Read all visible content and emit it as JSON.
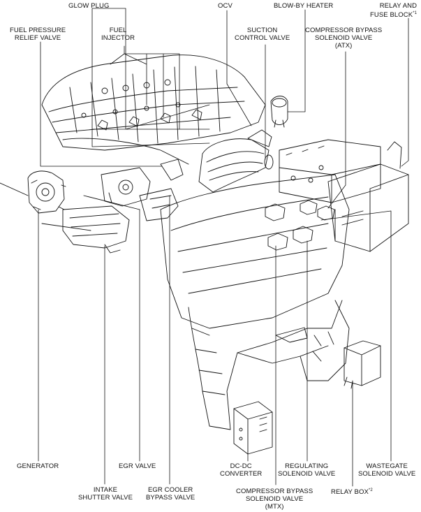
{
  "labels": {
    "glow_plug": "GLOW PLUG",
    "ocv": "OCV",
    "blow_by_heater": "BLOW-BY HEATER",
    "relay_fuse_block": {
      "line1": "RELAY AND",
      "line2": "FUSE BLOCK",
      "mark": "*1"
    },
    "fuel_pressure_relief": {
      "line1": "FUEL PRESSURE",
      "line2": "RELIEF VALVE"
    },
    "fuel_injector": {
      "line1": "FUEL",
      "line2": "INJECTOR"
    },
    "suction_control": {
      "line1": "SUCTION",
      "line2": "CONTROL VALVE"
    },
    "compressor_bypass_atx": {
      "line1": "COMPRESSOR BYPASS",
      "line2": "SOLENOID VALVE",
      "line3": "(ATX)"
    },
    "generator": "GENERATOR",
    "egr_valve": "EGR VALVE",
    "dc_dc": {
      "line1": "DC-DC",
      "line2": "CONVERTER"
    },
    "regulating": {
      "line1": "REGULATING",
      "line2": "SOLENOID VALVE"
    },
    "wastegate": {
      "line1": "WASTEGATE",
      "line2": "SOLENOID VALVE"
    },
    "intake_shutter": {
      "line1": "INTAKE",
      "line2": "SHUTTER VALVE"
    },
    "egr_cooler": {
      "line1": "EGR COOLER",
      "line2": "BYPASS VALVE"
    },
    "compressor_bypass_mtx": {
      "line1": "COMPRESSOR BYPASS",
      "line2": "SOLENOID VALVE",
      "line3": "(MTX)"
    },
    "relay_box": {
      "text": "RELAY BOX",
      "mark": "*2"
    }
  },
  "colors": {
    "line": "#111111",
    "background": "#ffffff"
  }
}
